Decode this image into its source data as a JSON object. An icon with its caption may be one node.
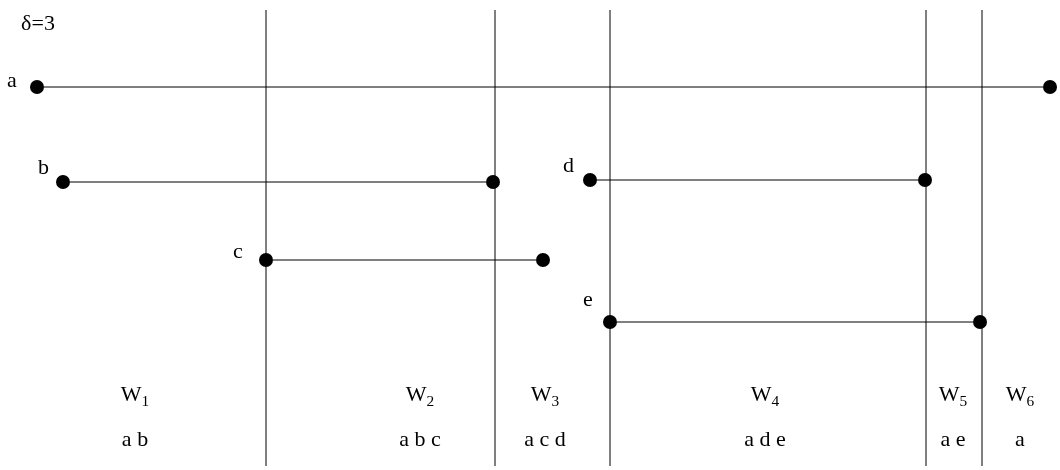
{
  "diagram": {
    "nodes": [
      {
        "text": [],
        "shape": "circle",
        "beside": [
          "a"
        ]
      },
      {
        "text": [],
        "shape": "circle"
      },
      {
        "text": [],
        "shape": "circle",
        "beside": [
          "b"
        ]
      },
      {
        "text": [],
        "shape": "circle"
      },
      {
        "text": [],
        "shape": "circle",
        "beside": [
          "d"
        ]
      },
      {
        "text": [],
        "shape": "circle"
      },
      {
        "text": [],
        "shape": "circle",
        "beside": [
          "c"
        ]
      },
      {
        "text": [],
        "shape": "circle"
      },
      {
        "text": [],
        "shape": "circle",
        "beside": [
          "e"
        ]
      },
      {
        "text": [],
        "shape": "circle"
      }
    ],
    "edges": [
      {
        "from": 0,
        "to": 1,
        "arrow": "none"
      },
      {
        "from": 2,
        "to": 3,
        "arrow": "none"
      },
      {
        "from": 4,
        "to": 5,
        "arrow": "none"
      },
      {
        "from": 6,
        "to": 7,
        "arrow": "none"
      },
      {
        "from": 8,
        "to": 9,
        "arrow": "none"
      }
    ],
    "labels": [
      "δ=3",
      "W$_{1}$",
      "W$_{2}$",
      "W$_{3}$",
      "W$_{4}$",
      "W$_{5}$",
      "W$_{6}$",
      "a b",
      "a b c",
      "a c d",
      "a d e",
      "a e",
      "a"
    ]
  }
}
